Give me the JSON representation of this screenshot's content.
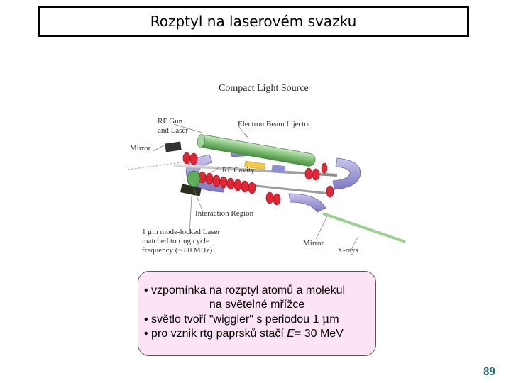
{
  "slide": {
    "title": "Rozptyl na laserovém svazku",
    "page_number": "89"
  },
  "figure": {
    "title": "Compact Light Source",
    "labels": {
      "rf_gun_line1": "RF Gun",
      "rf_gun_line2": "and Laser",
      "electron_beam_injector": "Electron Beam Injector",
      "mirror_left": "Mirror",
      "rf_cavity": "RF Cavity",
      "interaction_region": "Interaction Region",
      "laser_line1": "1 μm mode-locked Laser",
      "laser_line2": "matched to ring cycle",
      "laser_line3": "frequency (~ 80 MHz)",
      "mirror_bottom": "Mirror",
      "xrays": "X-rays"
    }
  },
  "notes": {
    "line1": "• vzpomínka na rozptyl atomů a molekul",
    "line2": "na světelné mřížce",
    "line3_prefix": "• světlo tvoří \"wiggler\" s periodou 1 ",
    "line3_mu": "μ",
    "line3_suffix": "m",
    "line4_prefix": "• pro vznik rtg paprsků stačí ",
    "line4_var": "E",
    "line4_suffix": "= 30 MeV"
  }
}
